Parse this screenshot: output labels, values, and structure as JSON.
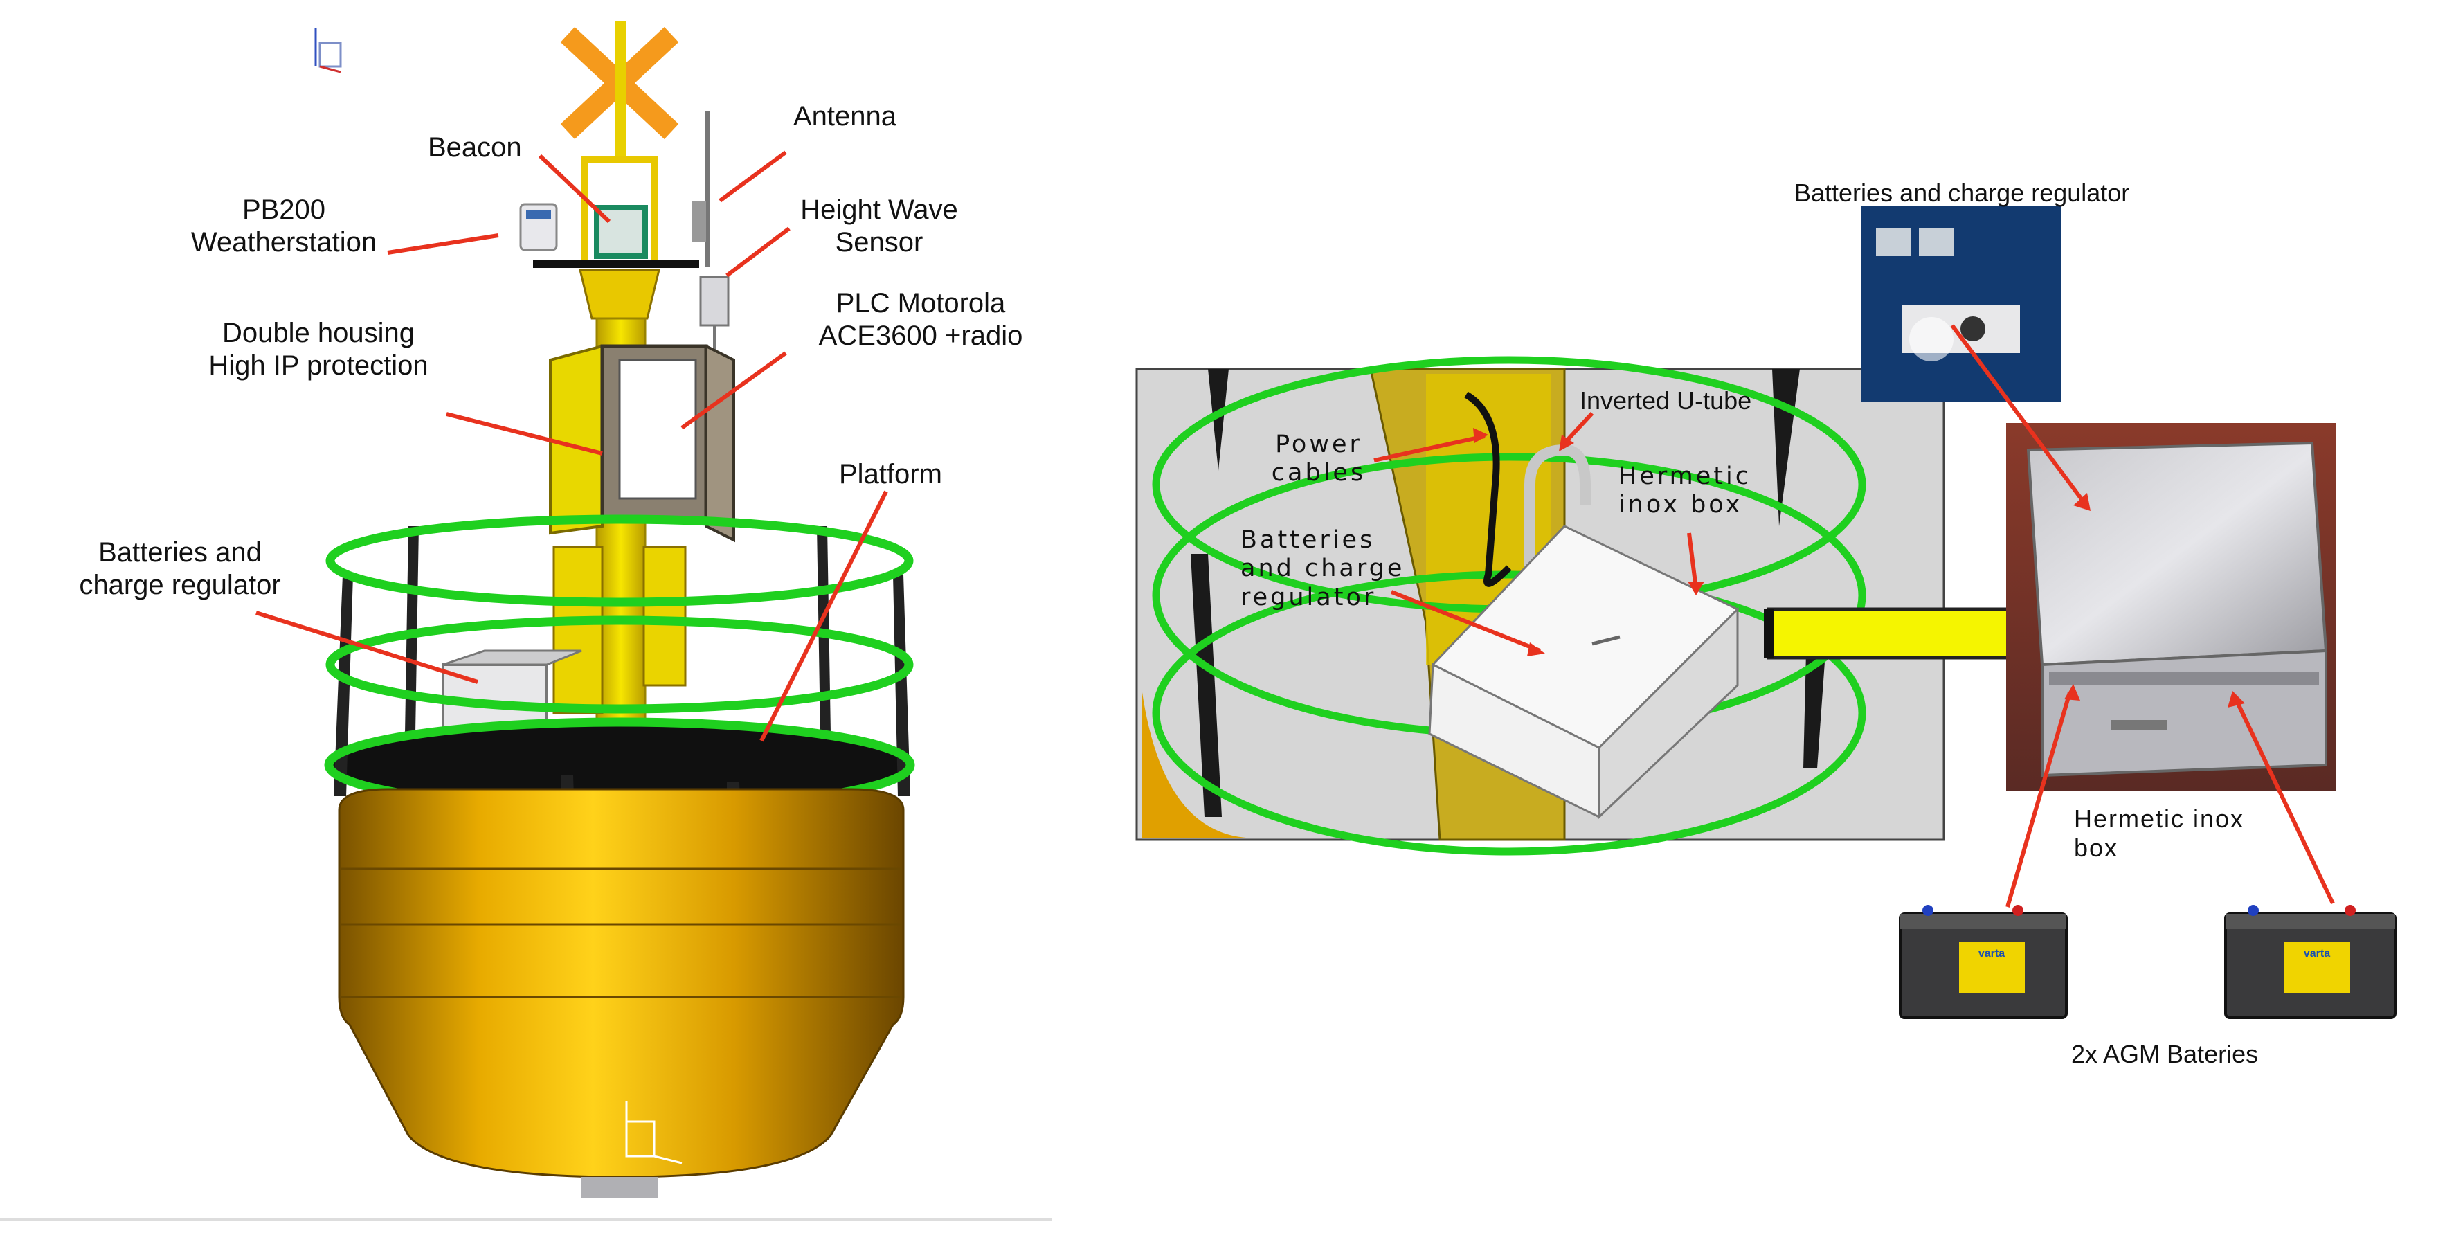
{
  "left_diagram": {
    "labels": {
      "beacon": "Beacon",
      "antenna": "Antenna",
      "weatherstation": "PB200\nWeatherstation",
      "height_wave_sensor": "Height Wave\nSensor",
      "plc": "PLC Motorola\nACE3600 +radio",
      "double_housing": "Double housing\nHigh IP protection",
      "platform": "Platform",
      "batteries": "Batteries and\ncharge regulator"
    }
  },
  "middle_diagram": {
    "labels": {
      "power_cables": "Power\ncables",
      "inverted_u_tube": "Inverted U-tube",
      "hermetic_box": "Hermetic\ninox box",
      "batteries": "Batteries\nand charge\nregulator"
    }
  },
  "right_diagram": {
    "labels": {
      "batteries_photo": "Batteries and charge regulator",
      "hermetic_box": "Hermetic  inox\nbox",
      "agm": "2x AGM Bateries"
    },
    "battery_brand": "varta"
  },
  "colors": {
    "buoy_gold": "#e0a800",
    "ring_green": "#1fd01f",
    "arrow_red": "#e8321e",
    "yellow_arrow": "#f5f500",
    "cross_orange": "#f59a1c"
  }
}
